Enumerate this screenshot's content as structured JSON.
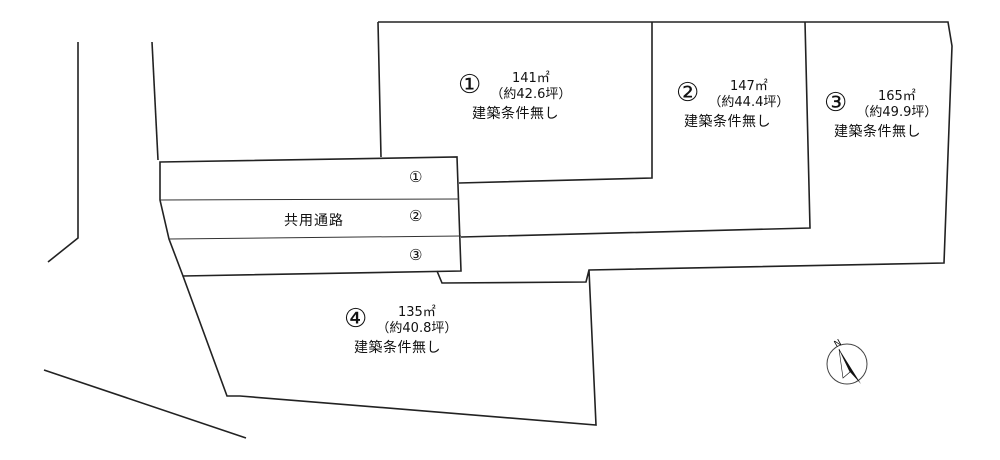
{
  "lots": [
    {
      "number": "①",
      "area": "141㎡",
      "tsubo": "（約42.6坪）",
      "condition": "建築条件無し"
    },
    {
      "number": "②",
      "area": "147㎡",
      "tsubo": "（約44.4坪）",
      "condition": "建築条件無し"
    },
    {
      "number": "③",
      "area": "165㎡",
      "tsubo": "（約49.9坪）",
      "condition": "建築条件無し"
    },
    {
      "number": "④",
      "area": "135㎡",
      "tsubo": "（約40.8坪）",
      "condition": "建築条件無し"
    }
  ],
  "shared_road": {
    "label": "共用通路",
    "lanes": [
      "①",
      "②",
      "③"
    ]
  },
  "compass": {
    "letter": "N"
  }
}
